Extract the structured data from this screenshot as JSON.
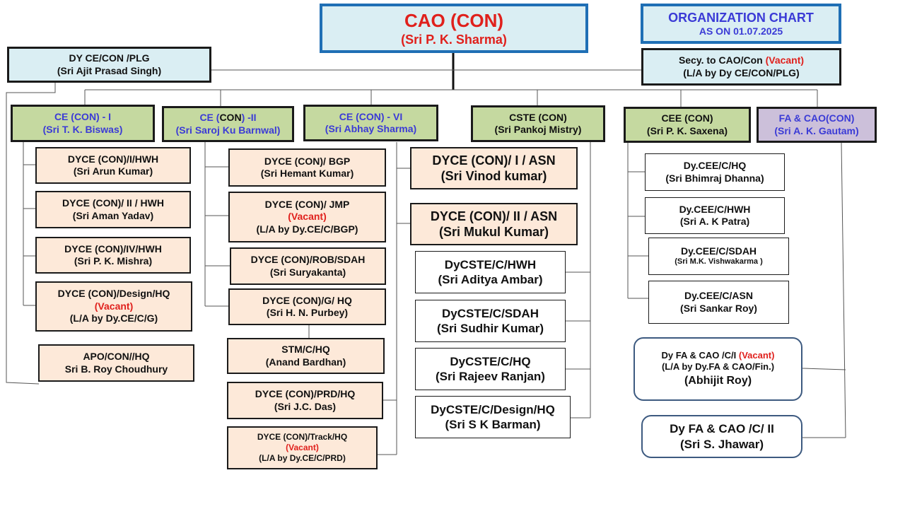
{
  "head": {
    "title": "CAO (CON)",
    "name": "(Sri P. K. Sharma)"
  },
  "chart_title": {
    "line1": "ORGANIZATION CHART",
    "line2": "AS ON 01.07.2025"
  },
  "dy_plg": {
    "title": "DY CE/CON /PLG",
    "name": "(Sri Ajit Prasad Singh)"
  },
  "secy": {
    "title": "Secy. to CAO/Con ",
    "vacant": "(Vacant)",
    "la": "(L/A by Dy CE/CON/PLG)"
  },
  "ce1": {
    "title": "CE (CON) - I",
    "name": "(Sri T. K. Biswas)",
    "items": [
      {
        "title": "DYCE (CON)/I/HWH",
        "name": "(Sri Arun Kumar)"
      },
      {
        "title": "DYCE (CON)/ II / HWH",
        "name": "(Sri  Aman Yadav)"
      },
      {
        "title": "DYCE (CON)/IV/HWH",
        "name": "(Sri P. K. Mishra)"
      },
      {
        "title": "DYCE (CON)/Design/HQ",
        "vacant": "(Vacant)",
        "la": "(L/A by Dy.CE/C/G)"
      },
      {
        "title": "APO/CON//HQ",
        "name": "Sri B. Roy Choudhury"
      }
    ]
  },
  "ce2": {
    "title_a": "CE (",
    "title_b": "CON",
    "title_c": ") -II",
    "name": "(Sri Saroj Ku Barnwal)",
    "items": [
      {
        "title": "DYCE (CON)/ BGP",
        "name": "(Sri  Hemant Kumar)"
      },
      {
        "title": "DYCE (CON)/ JMP",
        "vacant": "(Vacant)",
        "la": "(L/A by Dy.CE/C/BGP)"
      },
      {
        "title": "DYCE (CON)/ROB/SDAH",
        "name": "(Sri Suryakanta)"
      },
      {
        "title": "DYCE (CON)/G/ HQ",
        "name": "(Sri H. N. Purbey)"
      },
      {
        "title": "STM/C/HQ",
        "name": "(Anand Bardhan)"
      },
      {
        "title": "DYCE (CON)/PRD/HQ",
        "name": "(Sri J.C. Das)"
      },
      {
        "title": "DYCE (CON)/Track/HQ",
        "vacant": "(Vacant)",
        "la": "(L/A by Dy.CE/C/PRD)"
      }
    ]
  },
  "ce6": {
    "title": "CE (CON) - VI",
    "name": "(Sri Abhay Sharma)",
    "items": [
      {
        "title": "DYCE (CON)/ I / ASN",
        "name": "(Sri Vinod kumar)"
      },
      {
        "title": "DYCE (CON)/ II / ASN",
        "name": "(Sri Mukul Kumar)"
      }
    ]
  },
  "cste": {
    "title": "CSTE (CON)",
    "name": "(Sri Pankoj Mistry)",
    "items": [
      {
        "title": "DyCSTE/C/HWH",
        "name": "(Sri Aditya Ambar)"
      },
      {
        "title": "DyCSTE/C/SDAH",
        "name": "(Sri Sudhir Kumar)"
      },
      {
        "title": "DyCSTE/C/HQ",
        "name": "(Sri Rajeev Ranjan)"
      },
      {
        "title": "DyCSTE/C/Design/HQ",
        "name": "(Sri S K Barman)"
      }
    ]
  },
  "cee": {
    "title": "CEE (CON)",
    "name": "(Sri P. K. Saxena)",
    "items": [
      {
        "title": "Dy.CEE/C/HQ",
        "name": "(Sri Bhimraj Dhanna)"
      },
      {
        "title": "Dy.CEE/C/HWH",
        "name": "(Sri A. K Patra)"
      },
      {
        "title": "Dy.CEE/C/SDAH",
        "name": "(Sri M.K. Vishwakarma )"
      },
      {
        "title": "Dy.CEE/C/ASN",
        "name": "(Sri Sankar Roy)"
      }
    ]
  },
  "fa": {
    "title": "FA & CAO(CON)",
    "name": "(Sri A. K. Gautam)",
    "items": [
      {
        "title": "Dy FA & CAO /C/I ",
        "vacant": "(Vacant)",
        "la": "(L/A by Dy.FA & CAO/Fin.)",
        "name": "(Abhijit Roy)"
      },
      {
        "title": "Dy FA & CAO /C/ II",
        "name": "(Sri S. Jhawar)"
      }
    ]
  },
  "colors": {
    "head_red": "#e0201c",
    "title_blue": "#3b3bd6",
    "ce_green": "#c5d9a0",
    "fa_purple": "#ccc0da",
    "peach": "#fde9d9",
    "light_blue": "#daeef3",
    "frame_blue": "#1f6fb5"
  }
}
